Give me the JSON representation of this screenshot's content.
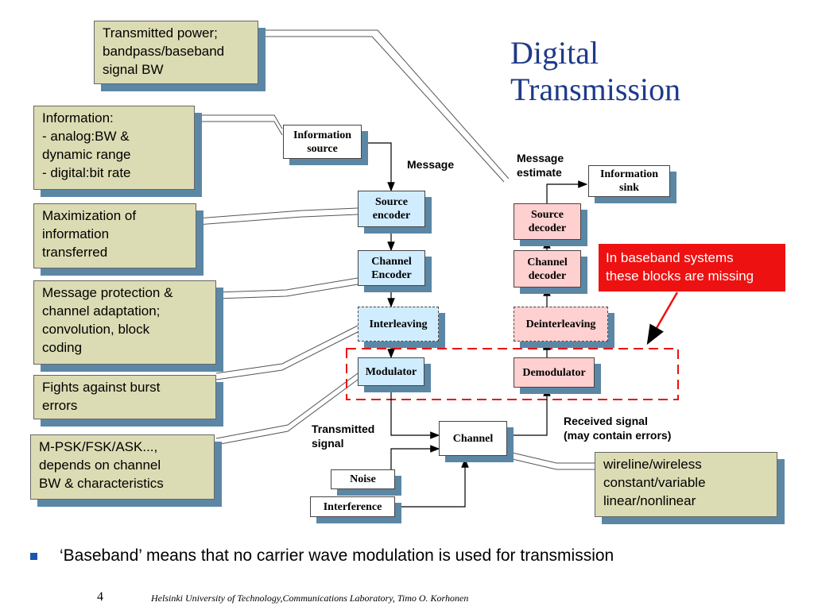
{
  "title": "Digital\nTransmission",
  "callouts": {
    "power": "Transmitted power;\nbandpass/baseband\nsignal BW",
    "information": "Information:\n- analog:BW &\ndynamic range\n- digital:bit rate",
    "maximization": "Maximization of\ninformation\ntransferred",
    "protection": "Message protection &\nchannel adaptation;\nconvolution, block\ncoding",
    "burst": "Fights against burst\nerrors",
    "mpsk": "M-PSK/FSK/ASK...,\ndepends on channel\nBW & characteristics",
    "channel_types": "wireline/wireless\nconstant/variable\nlinear/nonlinear"
  },
  "blocks": {
    "info_source": "Information\nsource",
    "source_encoder": "Source\nencoder",
    "channel_encoder": "Channel\nEncoder",
    "interleaving": "Interleaving",
    "modulator": "Modulator",
    "channel": "Channel",
    "noise": "Noise",
    "interference": "Interference",
    "info_sink": "Information\nsink",
    "source_decoder": "Source\ndecoder",
    "channel_decoder": "Channel\ndecoder",
    "deinterleaving": "Deinterleaving",
    "demodulator": "Demodulator"
  },
  "labels": {
    "message": "Message",
    "message_estimate": "Message\nestimate",
    "transmitted_signal": "Transmitted\nsignal",
    "received_signal": "Received signal\n(may contain errors)"
  },
  "note": "In baseband systems\nthese blocks are missing",
  "bullet": "‘Baseband’ means that no carrier wave modulation is used for transmission",
  "footer": {
    "page": "4",
    "credit": "Helsinki University of Technology,Communications Laboratory, Timo O. Korhonen"
  },
  "colors": {
    "title": "#1f3a8a",
    "callout_fill": "#dcdcb4",
    "shadow": "#5b87a5",
    "encoder_fill": "#d0ecff",
    "decoder_fill": "#ffd0d0",
    "note_fill": "#ee1111",
    "dashed_frame": "#ee1111"
  }
}
